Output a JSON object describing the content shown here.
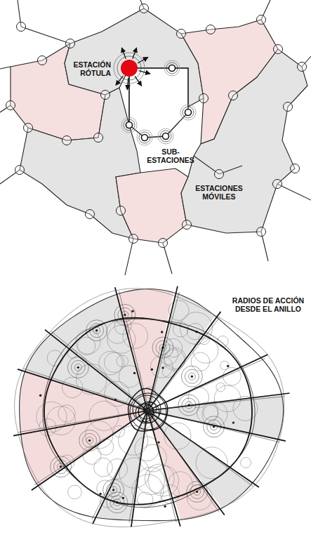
{
  "diagram": {
    "labels": [
      "ESTACIÓN RÓTULA",
      "SUB- ESTACIONES",
      "ESTACIONES MÓVILES",
      "RADIOS DE ACCIÓN DESDE EL ANILLO"
    ]
  }
}
